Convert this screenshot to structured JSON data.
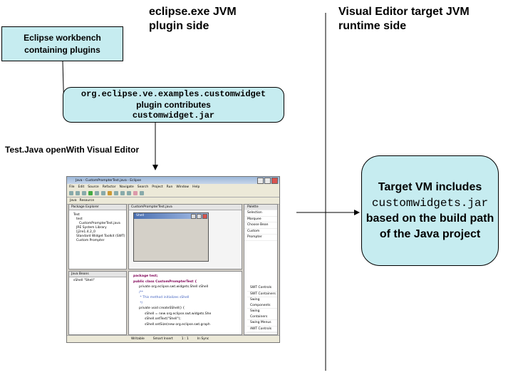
{
  "headings": {
    "left_line1": "eclipse.exe JVM",
    "left_line2": "plugin side",
    "right_line1": "Visual Editor target JVM",
    "right_line2": "runtime side"
  },
  "workbench_box": {
    "line1": "Eclipse workbench",
    "line2": "containing plugins"
  },
  "plugin_box": {
    "line1": "org.eclipse.ve.examples.customwidget",
    "line2": "plugin contributes",
    "line3": "customwidget.jar"
  },
  "open_label": "Test.Java openWith Visual Editor",
  "target_box": {
    "line1": "Target VM includes",
    "line2": "customwidgets.jar",
    "line3": "based on the build path",
    "line4": "of the Java project"
  },
  "screenshot": {
    "title": "Java - CustomPrompterTest.java - Eclipse",
    "menus": [
      "File",
      "Edit",
      "Source",
      "Refactor",
      "Navigate",
      "Search",
      "Project",
      "Run",
      "Window",
      "Help"
    ],
    "perspectives": [
      "Java",
      "Resource"
    ],
    "package_explorer_tab": "Package Explorer",
    "tree_items": [
      "Test",
      "test",
      "CustomPrompterTest.java",
      "JRE System Library [j2re1.4.2_0",
      "Standard Widget Toolkit (SWT)",
      "Custom Prompter"
    ],
    "editor_tab": "CustomPrompterTest.java",
    "shell_label": "Shell",
    "palette_title": "Palette",
    "palette_items": [
      "Selection",
      "Marquee",
      "Choose Bean",
      "Custom",
      "Prompter"
    ],
    "palette_groups": [
      "SWT Controls",
      "SWT Containers",
      "Swing Components",
      "Swing Containers",
      "Swing Menus",
      "AWT Controls"
    ],
    "java_beans_tab": "Java Beans",
    "java_beans_item": "sShell \"Shell\"",
    "code_lines": [
      "package test;",
      "public class CustomPrompterTest {",
      "private org.eclipse.swt.widgets.Shell sShell",
      "/**",
      " * This method initializes sShell",
      " */",
      "private void createSShell() {",
      "sShell = new org.eclipse.swt.widgets.She",
      "sShell.setText(\"Shell\");",
      "sShell.setSize(new org.eclipse.swt.graph"
    ],
    "status_items": [
      "Writable",
      "Smart Insert",
      "1 : 1",
      "In Sync"
    ]
  }
}
